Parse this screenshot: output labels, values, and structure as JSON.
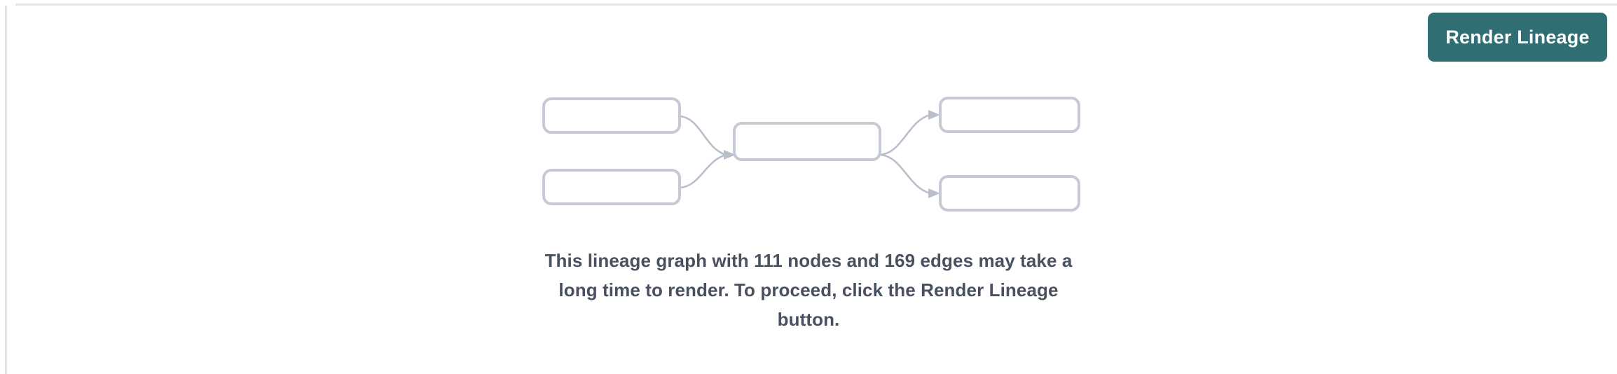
{
  "panel": {
    "background_color": "#ffffff",
    "rule_color": "#e3e5ea"
  },
  "toolbar": {
    "render_button_label": "Render Lineage",
    "render_button_color": "#2f6f73",
    "render_button_text_color": "#ffffff"
  },
  "placeholder_graph": {
    "node_stroke_color": "#c5cad4",
    "edge_color": "#b9c0cb",
    "node_count_shown": 5,
    "edge_count_shown": 4,
    "nodes": [
      {
        "id": "left-top",
        "label": ""
      },
      {
        "id": "left-bottom",
        "label": ""
      },
      {
        "id": "center",
        "label": ""
      },
      {
        "id": "right-top",
        "label": ""
      },
      {
        "id": "right-bottom",
        "label": ""
      }
    ],
    "edges": [
      {
        "from": "left-top",
        "to": "center"
      },
      {
        "from": "left-bottom",
        "to": "center"
      },
      {
        "from": "center",
        "to": "right-top"
      },
      {
        "from": "center",
        "to": "right-bottom"
      }
    ]
  },
  "message": {
    "text": "This lineage graph with 111 nodes and 169 edges may take a long time to render. To proceed, click the Render Lineage button.",
    "node_count": 111,
    "edge_count": 169,
    "text_color": "#49505f"
  }
}
